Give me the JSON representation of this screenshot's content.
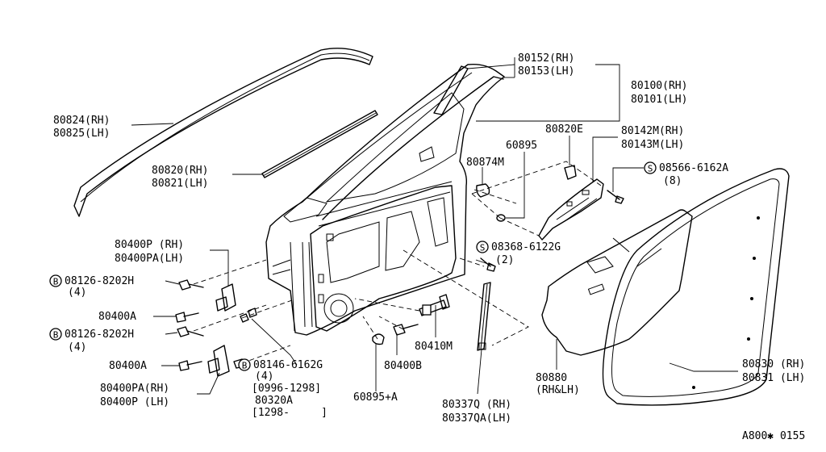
{
  "figure_code": "A800✱ 0155",
  "callouts": [
    {
      "id": "window-frame-molding",
      "lines": [
        "80152(RH)",
        "80153(LH)"
      ]
    },
    {
      "id": "door-assembly",
      "lines": [
        "80100(RH)",
        "80101(LH)"
      ]
    },
    {
      "id": "outer-molding-top",
      "lines": [
        "80824(RH)",
        "80825(LH)"
      ]
    },
    {
      "id": "weatherstrip-outer",
      "lines": [
        "80820(RH)",
        "80821(LH)"
      ]
    },
    {
      "id": "clip-80820e",
      "lines": [
        "80820E"
      ]
    },
    {
      "id": "mirror-corner-finisher",
      "lines": [
        "80142M(RH)",
        "80143M(LH)"
      ]
    },
    {
      "id": "grommet-60895",
      "lines": [
        "60895"
      ]
    },
    {
      "id": "plug-80874m",
      "lines": [
        "80874M"
      ]
    },
    {
      "id": "screw-08566",
      "lines": [
        "08566-6162A",
        "(8)"
      ]
    },
    {
      "id": "screw-08368",
      "lines": [
        "08368-6122G",
        "(2)"
      ]
    },
    {
      "id": "upper-hinge",
      "lines": [
        "80400P (RH)",
        "80400PA(LH)"
      ]
    },
    {
      "id": "bolt-08126-upper",
      "lines": [
        "08126-8202H",
        "(4)"
      ]
    },
    {
      "id": "hinge-pin-upper",
      "lines": [
        "80400A"
      ]
    },
    {
      "id": "bolt-08126-lower",
      "lines": [
        "08126-8202H",
        "(4)"
      ]
    },
    {
      "id": "hinge-pin-lower",
      "lines": [
        "80400A"
      ]
    },
    {
      "id": "lower-hinge",
      "lines": [
        "80400PA(RH)",
        "80400P (LH)"
      ]
    },
    {
      "id": "bolt-08146",
      "lines": [
        "08146-6162G",
        "(4)",
        "[0996-1298]",
        "80320A",
        "[1298-     ]"
      ]
    },
    {
      "id": "grommet-60895a",
      "lines": [
        "60895+A"
      ]
    },
    {
      "id": "check-link",
      "lines": [
        "80410M"
      ]
    },
    {
      "id": "hinge-pin-80400b",
      "lines": [
        "80400B"
      ]
    },
    {
      "id": "door-guide",
      "lines": [
        "80337Q (RH)",
        "80337QA(LH)"
      ]
    },
    {
      "id": "sealing-screen",
      "lines": [
        "80880",
        "(RH&LH)"
      ]
    },
    {
      "id": "door-weatherstrip",
      "lines": [
        "80830 (RH)",
        "80831 (LH)"
      ]
    }
  ],
  "symbols": {
    "bolt": "B",
    "screw": "S"
  },
  "icons": [
    "weatherstrip-molding-icon",
    "door-shell-icon",
    "hinge-icon",
    "bolt-icon",
    "screw-icon",
    "sealing-screen-icon",
    "door-seal-icon",
    "check-link-icon",
    "guide-rail-icon",
    "corner-finisher-icon",
    "grommet-icon"
  ]
}
